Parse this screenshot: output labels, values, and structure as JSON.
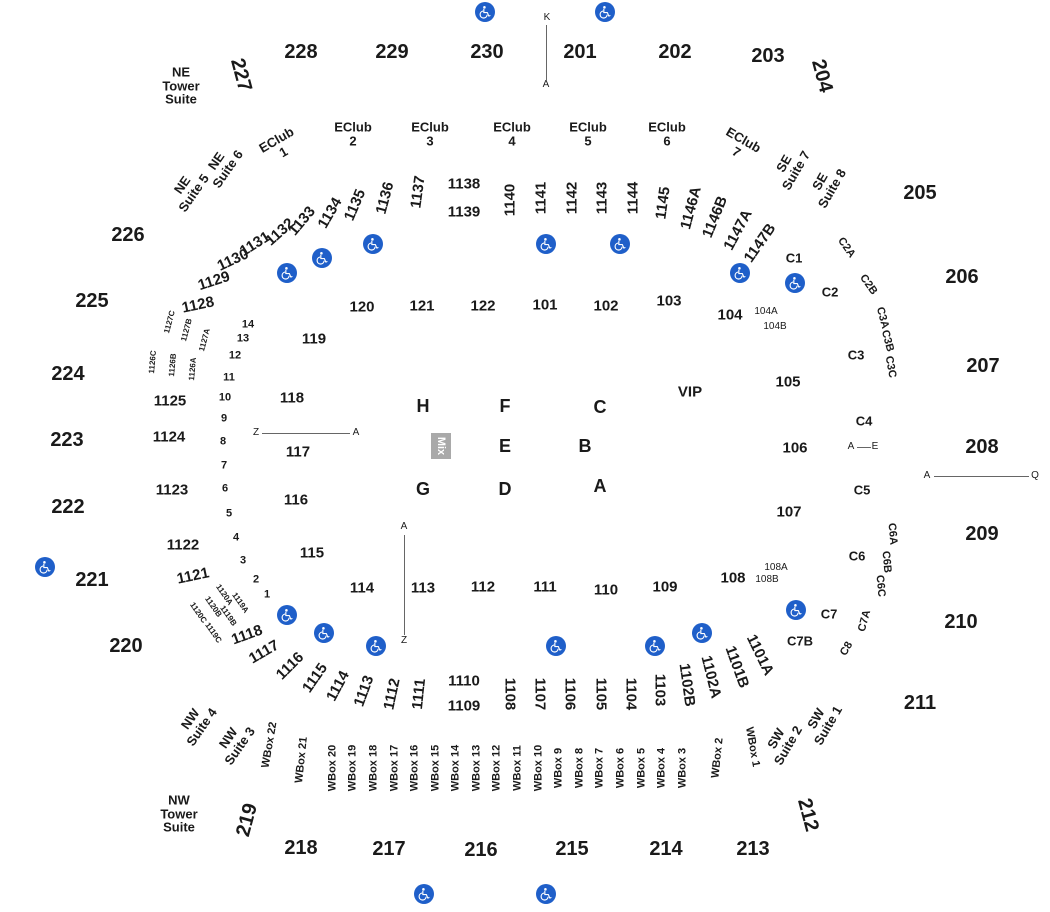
{
  "upper_sections": [
    {
      "label": "228"
    },
    {
      "label": "229"
    },
    {
      "label": "230"
    },
    {
      "label": "201"
    },
    {
      "label": "202"
    },
    {
      "label": "203"
    },
    {
      "label": "204"
    },
    {
      "label": "205"
    },
    {
      "label": "206"
    },
    {
      "label": "207"
    },
    {
      "label": "208"
    },
    {
      "label": "209"
    },
    {
      "label": "210"
    },
    {
      "label": "211"
    },
    {
      "label": "212"
    },
    {
      "label": "213"
    },
    {
      "label": "214"
    },
    {
      "label": "215"
    },
    {
      "label": "216"
    },
    {
      "label": "217"
    },
    {
      "label": "218"
    },
    {
      "label": "219"
    },
    {
      "label": "220"
    },
    {
      "label": "221"
    },
    {
      "label": "222"
    },
    {
      "label": "223"
    },
    {
      "label": "224"
    },
    {
      "label": "225"
    },
    {
      "label": "226"
    },
    {
      "label": "227"
    }
  ],
  "tower_suites": [
    {
      "label": "NE\nTower\nSuite"
    },
    {
      "label": "NW\nTower\nSuite"
    }
  ],
  "suites": [
    {
      "label": "NE\nSuite 6"
    },
    {
      "label": "NE\nSuite 5"
    },
    {
      "label": "SE\nSuite 7"
    },
    {
      "label": "SE\nSuite 8"
    },
    {
      "label": "NW\nSuite 4"
    },
    {
      "label": "NW\nSuite 3"
    },
    {
      "label": "SW\nSuite 2"
    },
    {
      "label": "SW\nSuite 1"
    }
  ],
  "eclubs": [
    {
      "label": "EClub\n1"
    },
    {
      "label": "EClub\n2"
    },
    {
      "label": "EClub\n3"
    },
    {
      "label": "EClub\n4"
    },
    {
      "label": "EClub\n5"
    },
    {
      "label": "EClub\n6"
    },
    {
      "label": "EClub\n7"
    }
  ],
  "mid_sections": [
    {
      "label": "1138"
    },
    {
      "label": "1139"
    },
    {
      "label": "1137"
    },
    {
      "label": "1136"
    },
    {
      "label": "1135"
    },
    {
      "label": "1134"
    },
    {
      "label": "1133"
    },
    {
      "label": "1132"
    },
    {
      "label": "1131"
    },
    {
      "label": "1130"
    },
    {
      "label": "1129"
    },
    {
      "label": "1128"
    },
    {
      "label": "1140"
    },
    {
      "label": "1141"
    },
    {
      "label": "1142"
    },
    {
      "label": "1143"
    },
    {
      "label": "1144"
    },
    {
      "label": "1145"
    },
    {
      "label": "1146A"
    },
    {
      "label": "1146B"
    },
    {
      "label": "1147A"
    },
    {
      "label": "1147B"
    },
    {
      "label": "1125"
    },
    {
      "label": "1124"
    },
    {
      "label": "1123"
    },
    {
      "label": "1122"
    },
    {
      "label": "1121"
    },
    {
      "label": "1118"
    },
    {
      "label": "1117"
    },
    {
      "label": "1116"
    },
    {
      "label": "1115"
    },
    {
      "label": "1114"
    },
    {
      "label": "1113"
    },
    {
      "label": "1112"
    },
    {
      "label": "1111"
    },
    {
      "label": "1110"
    },
    {
      "label": "1109"
    },
    {
      "label": "1108"
    },
    {
      "label": "1107"
    },
    {
      "label": "1106"
    },
    {
      "label": "1105"
    },
    {
      "label": "1104"
    },
    {
      "label": "1103"
    },
    {
      "label": "1102B"
    },
    {
      "label": "1102A"
    },
    {
      "label": "1101B"
    },
    {
      "label": "1101A"
    }
  ],
  "small_mid_sections": [
    {
      "label": "1127C"
    },
    {
      "label": "1127B"
    },
    {
      "label": "1127A"
    },
    {
      "label": "1126C"
    },
    {
      "label": "1126B"
    },
    {
      "label": "1126A"
    },
    {
      "label": "1120A"
    },
    {
      "label": "1119A"
    },
    {
      "label": "1120B"
    },
    {
      "label": "1119B"
    },
    {
      "label": "1120C"
    },
    {
      "label": "1119C"
    }
  ],
  "lower_sections": [
    {
      "label": "120"
    },
    {
      "label": "121"
    },
    {
      "label": "122"
    },
    {
      "label": "101"
    },
    {
      "label": "102"
    },
    {
      "label": "103"
    },
    {
      "label": "104"
    },
    {
      "label": "119"
    },
    {
      "label": "118"
    },
    {
      "label": "117"
    },
    {
      "label": "116"
    },
    {
      "label": "115"
    },
    {
      "label": "114"
    },
    {
      "label": "113"
    },
    {
      "label": "112"
    },
    {
      "label": "111"
    },
    {
      "label": "110"
    },
    {
      "label": "109"
    },
    {
      "label": "108"
    },
    {
      "label": "107"
    },
    {
      "label": "106"
    },
    {
      "label": "105"
    },
    {
      "label": "VIP"
    }
  ],
  "small_lower_sections": [
    {
      "label": "104A"
    },
    {
      "label": "104B"
    },
    {
      "label": "108A"
    },
    {
      "label": "108B"
    }
  ],
  "rows": [
    {
      "label": "14"
    },
    {
      "label": "13"
    },
    {
      "label": "12"
    },
    {
      "label": "11"
    },
    {
      "label": "10"
    },
    {
      "label": "9"
    },
    {
      "label": "8"
    },
    {
      "label": "7"
    },
    {
      "label": "6"
    },
    {
      "label": "5"
    },
    {
      "label": "4"
    },
    {
      "label": "3"
    },
    {
      "label": "2"
    },
    {
      "label": "1"
    }
  ],
  "club_sections": [
    {
      "label": "C1"
    },
    {
      "label": "C2"
    },
    {
      "label": "C2A"
    },
    {
      "label": "C2B"
    },
    {
      "label": "C3"
    },
    {
      "label": "C3A"
    },
    {
      "label": "C3B"
    },
    {
      "label": "C3C"
    },
    {
      "label": "C4"
    },
    {
      "label": "C5"
    },
    {
      "label": "C6"
    },
    {
      "label": "C6A"
    },
    {
      "label": "C6B"
    },
    {
      "label": "C6C"
    },
    {
      "label": "C7"
    },
    {
      "label": "C7A"
    },
    {
      "label": "C7B"
    },
    {
      "label": "C8"
    }
  ],
  "floor_sections": [
    {
      "label": "H"
    },
    {
      "label": "F"
    },
    {
      "label": "C"
    },
    {
      "label": "E"
    },
    {
      "label": "B"
    },
    {
      "label": "G"
    },
    {
      "label": "D"
    },
    {
      "label": "A"
    }
  ],
  "mix": {
    "label": "Mix"
  },
  "wboxes": [
    {
      "label": "WBox 22"
    },
    {
      "label": "WBox 21"
    },
    {
      "label": "WBox 20"
    },
    {
      "label": "WBox 19"
    },
    {
      "label": "WBox 18"
    },
    {
      "label": "WBox 17"
    },
    {
      "label": "WBox 16"
    },
    {
      "label": "WBox 15"
    },
    {
      "label": "WBox 14"
    },
    {
      "label": "WBox 13"
    },
    {
      "label": "WBox 12"
    },
    {
      "label": "WBox 11"
    },
    {
      "label": "WBox 10"
    },
    {
      "label": "WBox 9"
    },
    {
      "label": "WBox 8"
    },
    {
      "label": "WBox 7"
    },
    {
      "label": "WBox 6"
    },
    {
      "label": "WBox 5"
    },
    {
      "label": "WBox 4"
    },
    {
      "label": "WBox 3"
    },
    {
      "label": "WBox 2"
    },
    {
      "label": "WBox 1"
    }
  ],
  "row_markers": [
    {
      "label": "K"
    },
    {
      "label": "A"
    },
    {
      "label": "Z"
    },
    {
      "label": "A"
    },
    {
      "label": "A"
    },
    {
      "label": "Z"
    },
    {
      "label": "A"
    },
    {
      "label": "E"
    },
    {
      "label": "A"
    },
    {
      "label": "Q"
    }
  ],
  "accessible_icon": "wheelchair-icon",
  "colors": {
    "accessible": "#1f5fc9",
    "mix": "#a9a9a9",
    "text": "#1a1a1a"
  }
}
